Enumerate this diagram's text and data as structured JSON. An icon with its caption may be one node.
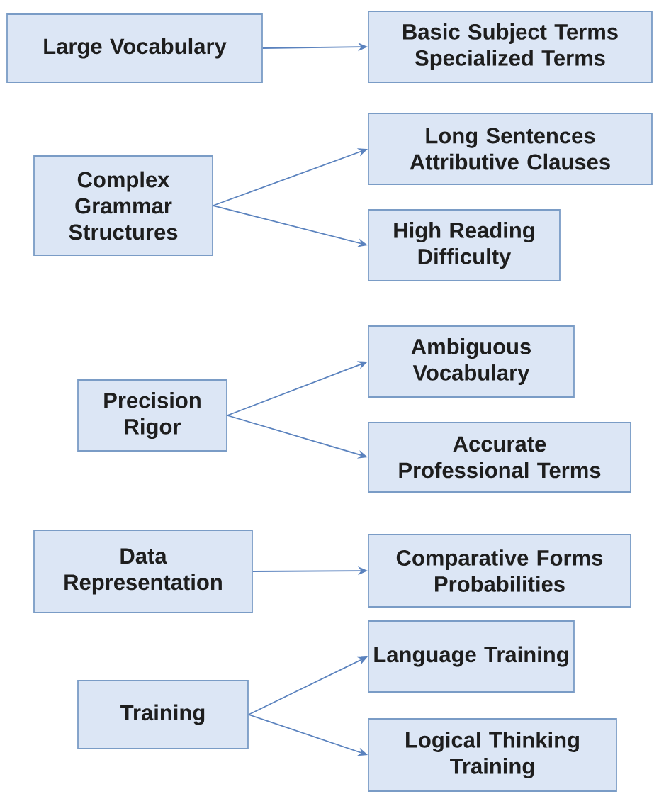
{
  "diagram": {
    "nodes": [
      {
        "text": [
          "Large Vocabulary"
        ]
      },
      {
        "text": [
          "Basic Subject Terms Specialized Terms"
        ]
      },
      {
        "text": [
          "Complex Grammar Structures"
        ]
      },
      {
        "text": [
          "Long Sentences Attributive Clauses"
        ]
      },
      {
        "text": [
          "High Reading Difficulty"
        ]
      },
      {
        "text": [
          "Precision Rigor"
        ]
      },
      {
        "text": [
          "Ambiguous Vocabulary"
        ]
      },
      {
        "text": [
          "Accurate Professional Terms"
        ]
      },
      {
        "text": [
          "Data Representation"
        ]
      },
      {
        "text": [
          "Comparative Forms Probabilities"
        ]
      },
      {
        "text": [
          "Language Training"
        ]
      },
      {
        "text": [
          "Training"
        ]
      },
      {
        "text": [
          "Logical Thinking Training"
        ]
      }
    ],
    "edges": [
      {
        "from": 0,
        "to": 1,
        "arrow": "to"
      },
      {
        "from": 2,
        "to": 3,
        "arrow": "to"
      },
      {
        "from": 2,
        "to": 4,
        "arrow": "to"
      },
      {
        "from": 5,
        "to": 6,
        "arrow": "to"
      },
      {
        "from": 5,
        "to": 7,
        "arrow": "to"
      },
      {
        "from": 8,
        "to": 9,
        "arrow": "to"
      },
      {
        "from": 11,
        "to": 10,
        "arrow": "to"
      },
      {
        "from": 11,
        "to": 12,
        "arrow": "to"
      }
    ]
  }
}
